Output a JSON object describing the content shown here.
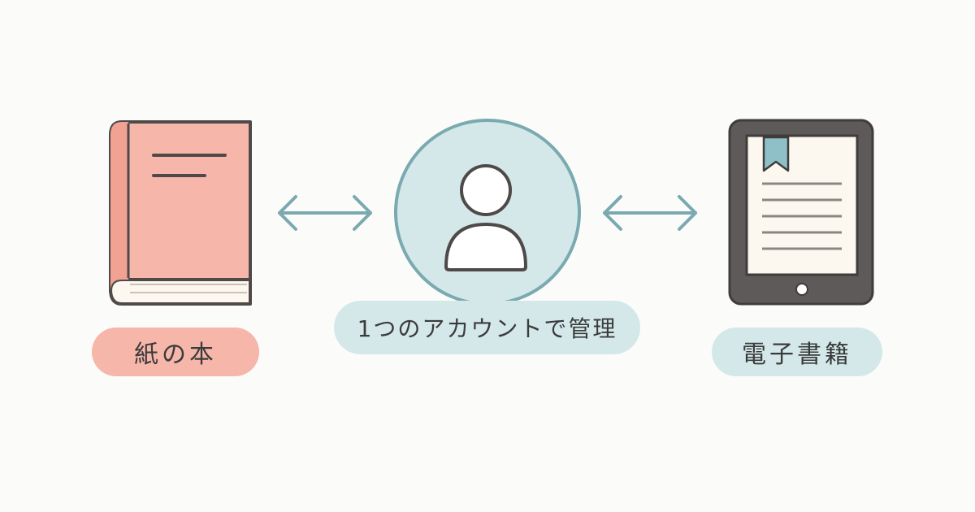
{
  "labels": {
    "paper_book": "紙の本",
    "account": "1つのアカウントで管理",
    "ebook": "電子書籍"
  },
  "icons": {
    "paper_book": "book-icon",
    "user": "user-icon",
    "tablet": "tablet-icon",
    "arrow_left": "bidirectional-arrow-icon",
    "arrow_right": "bidirectional-arrow-icon"
  },
  "colors": {
    "book_cover": "#f6b6aa",
    "outline": "#4f4a49",
    "accent_teal": "#7aaab0",
    "circle_fill": "#d4e8ea",
    "tablet_body": "#5d5a59",
    "page_paper": "#fdf8ef",
    "bookmark": "#8fc0c8"
  }
}
